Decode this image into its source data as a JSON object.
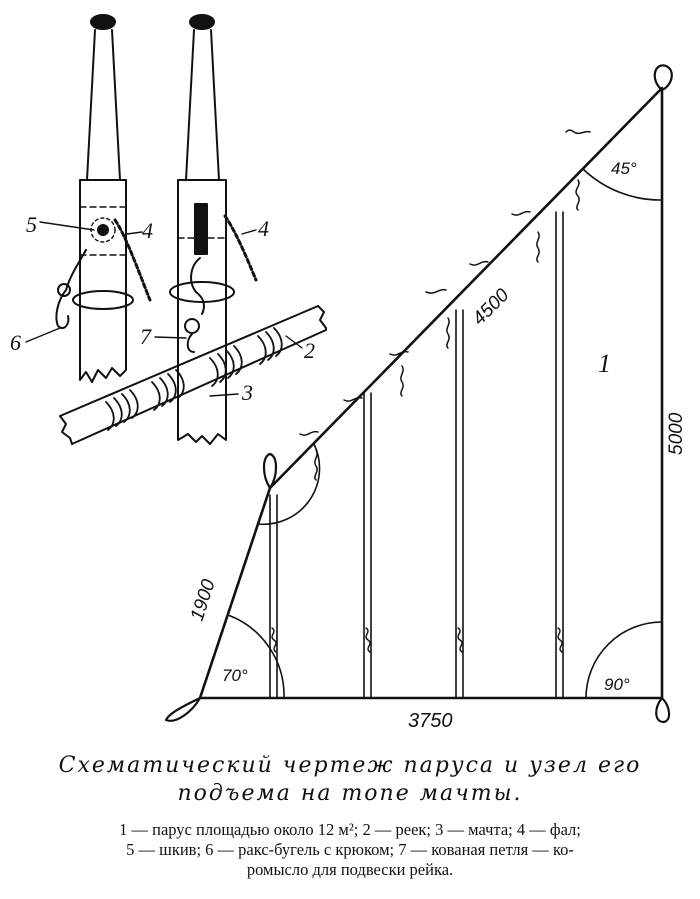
{
  "diagram": {
    "sail": {
      "label_sail": "1",
      "dim_luff": "4500",
      "dim_leech": "5000",
      "dim_foot": "3750",
      "dim_tack": "1900",
      "angle_top": "45°",
      "angle_tack": "70°",
      "angle_clew": "90°"
    },
    "mast_detail": {
      "callouts": [
        "5",
        "4",
        "4",
        "6",
        "7",
        "2",
        "3"
      ]
    }
  },
  "caption": {
    "title_line1": "Схематический чертеж паруса и узел его",
    "title_line2": "подъема на топе мачты.",
    "legend_line1": "1 — парус площадью около 12 м²; 2 — реек; 3 — мачта; 4 — фал;",
    "legend_line2": "5 — шкив; 6 — ракс-бугель с крюком; 7 — кованая петля — ко-",
    "legend_line3": "ромысло для подвески рейка."
  }
}
